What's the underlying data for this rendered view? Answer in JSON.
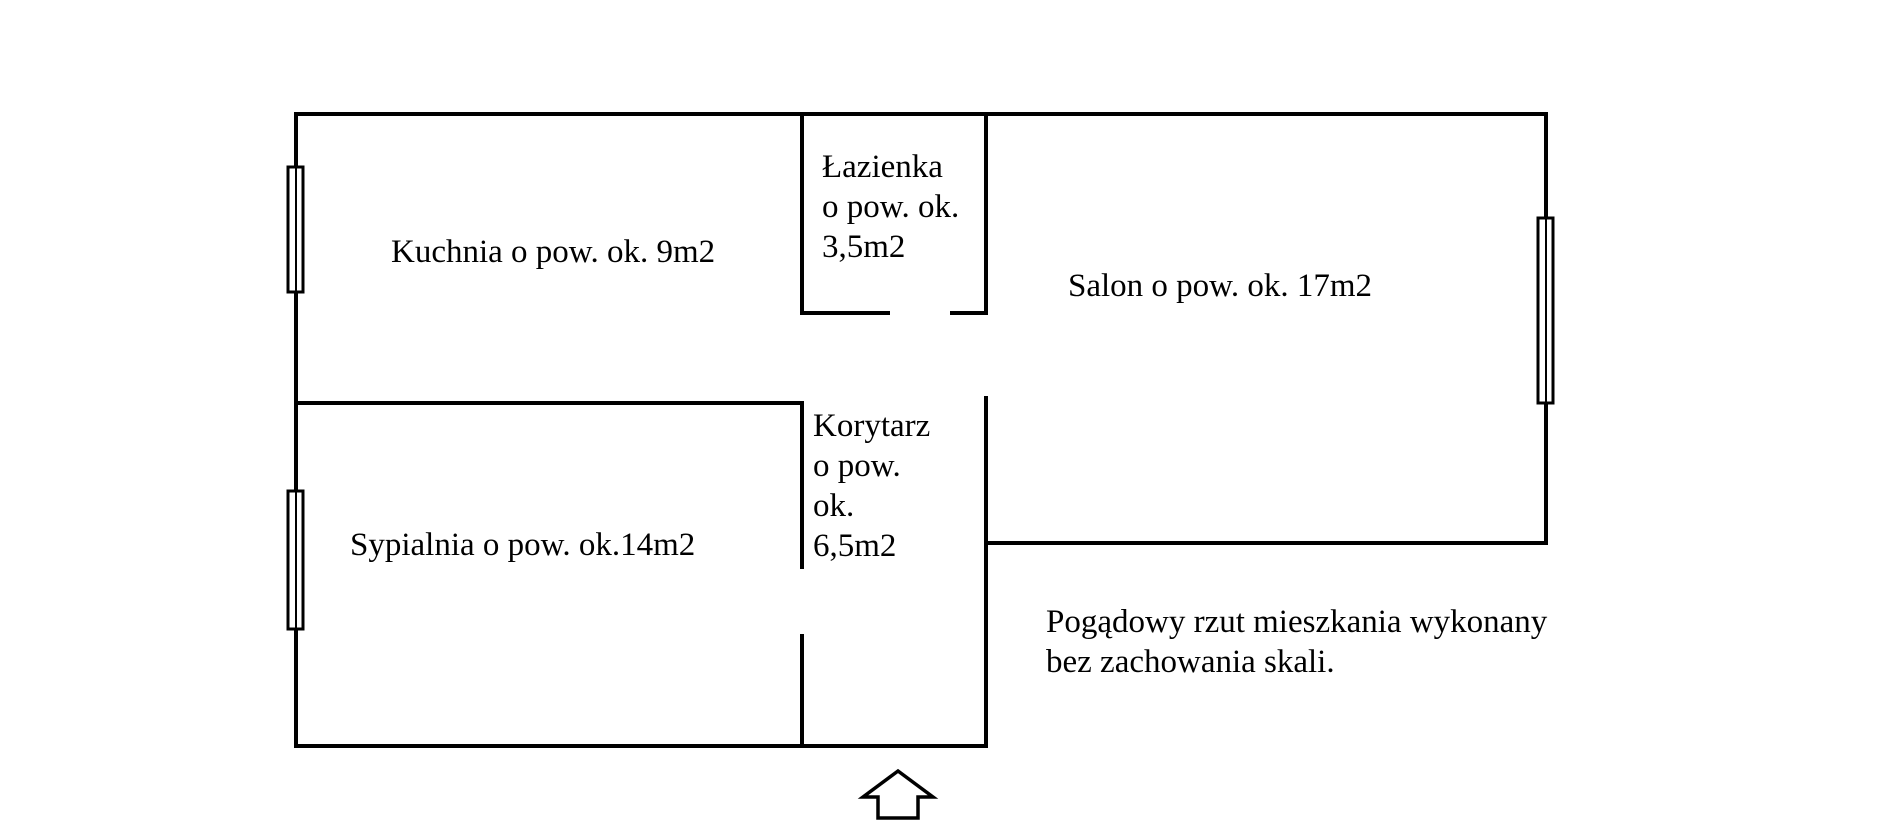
{
  "rooms": {
    "kitchen": "Kuchnia o pow. ok. 9m2",
    "bathroom": [
      "Łazienka",
      "o pow. ok.",
      "3,5m2"
    ],
    "living_room": "Salon o pow. ok. 17m2",
    "hallway": [
      "Korytarz",
      "o pow.",
      "ok.",
      "6,5m2"
    ],
    "bedroom": "Sypialnia o pow. ok.14m2"
  },
  "note": [
    "Pogądowy rzut mieszkania wykonany",
    "bez zachowania skali."
  ],
  "icons": {
    "window": "window-icon",
    "entrance": "entrance-arrow-icon"
  },
  "colors": {
    "line": "#000000",
    "background": "#ffffff"
  }
}
